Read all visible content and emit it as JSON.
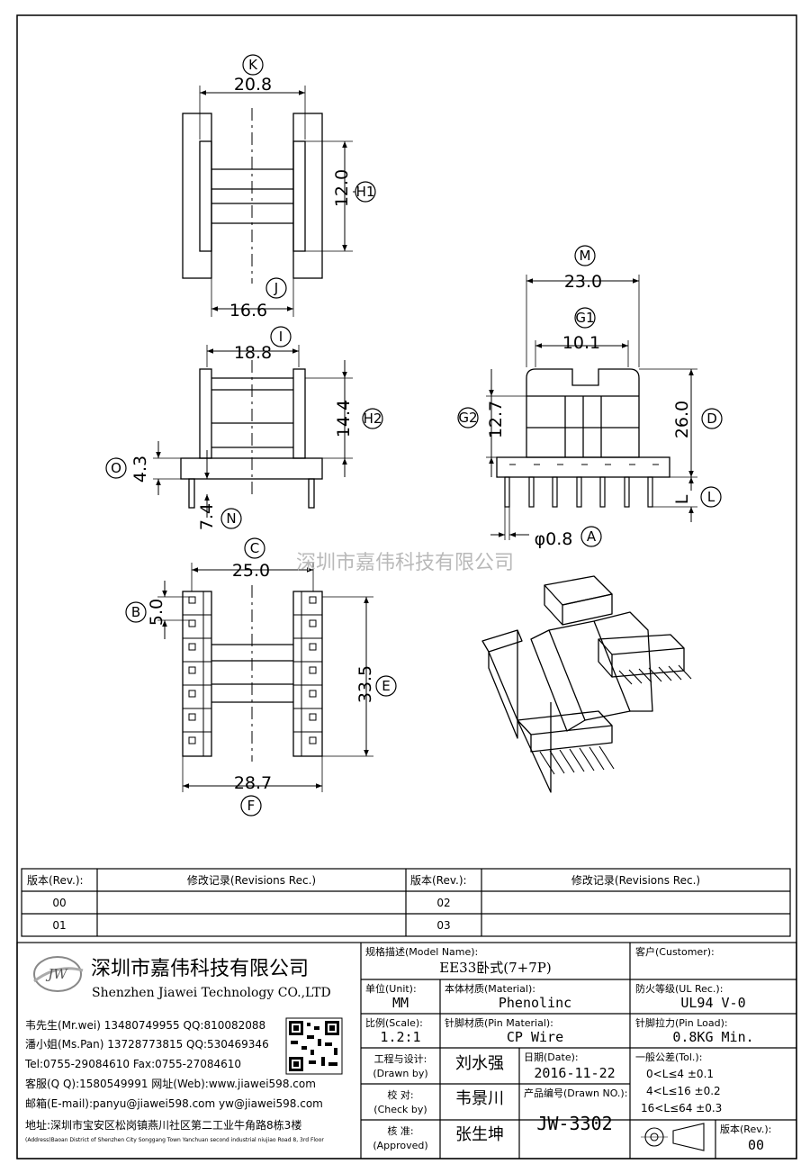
{
  "drawing": {
    "dims": {
      "k": "20.8",
      "h1": "12.0",
      "j": "16.6",
      "i": "18.8",
      "h2": "14.4",
      "o": "4.3",
      "n": "7.4",
      "m": "23.0",
      "g1": "10.1",
      "g2": "12.7",
      "d": "26.0",
      "l": "L",
      "a": "φ0.8",
      "c": "25.0",
      "b": "5.0",
      "e": "33.5",
      "f": "28.7"
    },
    "labels": {
      "k": "K",
      "h1": "H1",
      "j": "J",
      "i": "I",
      "h2": "H2",
      "o": "O",
      "n": "N",
      "m": "M",
      "g1": "G1",
      "g2": "G2",
      "d": "D",
      "l": "L",
      "a": "A",
      "c": "C",
      "b": "B",
      "e": "E",
      "f": "F"
    },
    "watermark": "深圳市嘉伟科技有限公司"
  },
  "revisions": {
    "header_rev": "版本(Rev.):",
    "header_rec": "修改记录(Revisions Rec.)",
    "left_rows": [
      "00",
      "01"
    ],
    "right_rows": [
      "02",
      "03"
    ]
  },
  "company": {
    "logo_text": "JW",
    "name_cn": "深圳市嘉伟科技有限公司",
    "name_en": "Shenzhen Jiawei Technology CO.,LTD",
    "contacts": [
      "韦先生(Mr.wei) 13480749955 QQ:810082088",
      "潘小姐(Ms.Pan) 13728773815 QQ:530469346",
      "Tel:0755-29084610      Fax:0755-27084610",
      "客服(Q Q):1580549991   网址(Web):www.jiawei598.com",
      "邮箱(E-mail):panyu@jiawei598.com  yw@jiawei598.com"
    ],
    "address_cn": "地址:深圳市宝安区松岗镇燕川社区第二工业牛角路8栋3楼",
    "address_en": "(Address)Baoan District of Shenzhen City Songgang Town Yanchuan  second industrial niujiao Road 8, 3rd Floor"
  },
  "spec": {
    "model_label": "规格描述(Model Name):",
    "model_value": "EE33卧式(7+7P)",
    "customer_label": "客户(Customer):",
    "customer_value": "",
    "unit_label": "单位(Unit):",
    "unit_value": "MM",
    "material_label": "本体材质(Material):",
    "material_value": "Phenolinc",
    "ul_label": "防火等级(UL Rec.):",
    "ul_value": "UL94 V-0",
    "scale_label": "比例(Scale):",
    "scale_value": "1.2:1",
    "pin_material_label": "针脚材质(Pin Material):",
    "pin_material_value": "CP Wire",
    "pin_load_label": "针脚拉力(Pin Load):",
    "pin_load_value": "0.8KG Min.",
    "drawn_label": "工程与设计:",
    "drawn_label_en": "(Drawn by)",
    "drawn_value": "刘水强",
    "date_label": "日期(Date):",
    "date_value": "2016-11-22",
    "tol_label": "一般公差(Tol.):",
    "tol_rows": [
      "0<L≤4     ±0.1",
      "4<L≤16    ±0.2",
      "16<L≤64   ±0.3"
    ],
    "check_label": "校  对:",
    "check_label_en": "(Check by)",
    "check_value": "韦景川",
    "drawn_no_label": "产品编号(Drawn NO.):",
    "drawn_no_value": "JW-3302",
    "approved_label": "核  准:",
    "approved_label_en": "(Approved)",
    "approved_value": "张生坤",
    "rev_label": "版本(Rev.):",
    "rev_value": "00"
  }
}
